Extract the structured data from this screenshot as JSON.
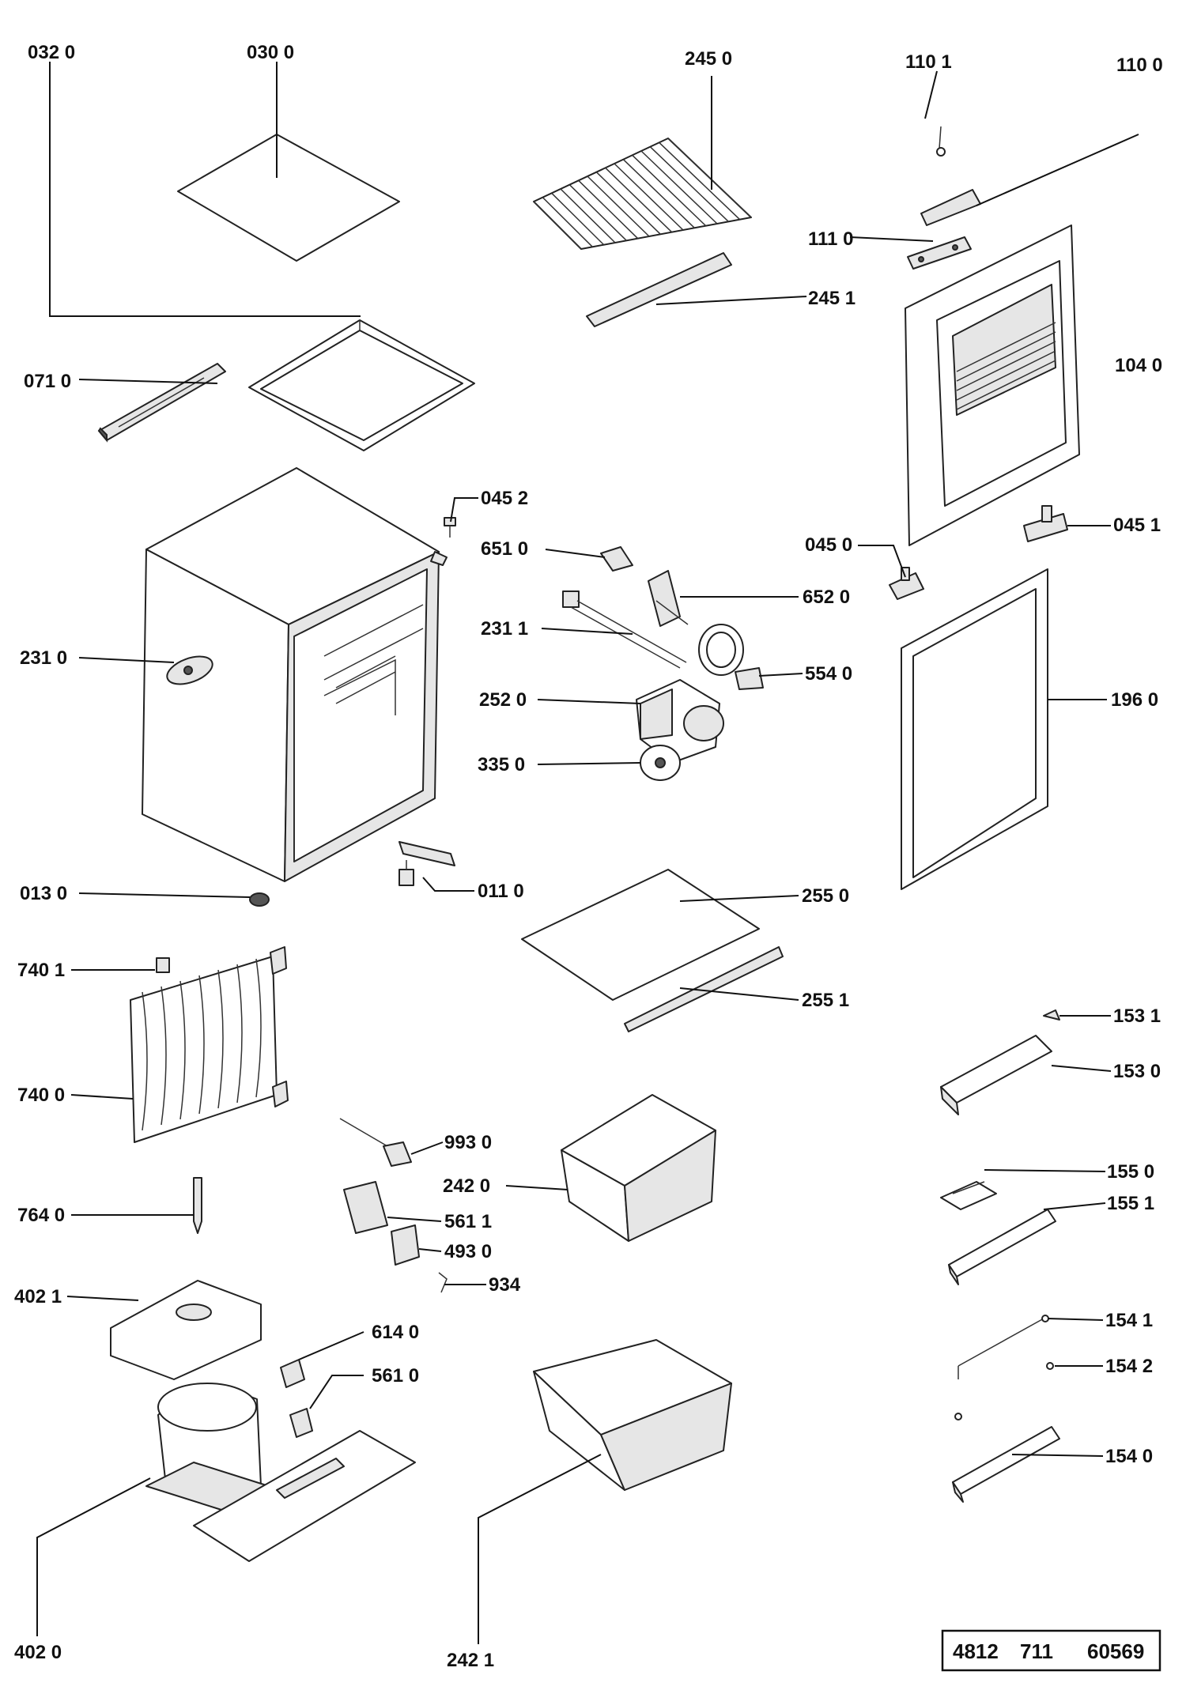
{
  "labels": [
    {
      "id": "p0320",
      "text": "032 0"
    },
    {
      "id": "p0300",
      "text": "030 0"
    },
    {
      "id": "p2450",
      "text": "245 0"
    },
    {
      "id": "p1101",
      "text": "110 1"
    },
    {
      "id": "p1100",
      "text": "110 0"
    },
    {
      "id": "p1110",
      "text": "111 0"
    },
    {
      "id": "p2451",
      "text": "245 1"
    },
    {
      "id": "p1040",
      "text": "104 0"
    },
    {
      "id": "p0710",
      "text": "071 0"
    },
    {
      "id": "p0452",
      "text": "045 2"
    },
    {
      "id": "p6510",
      "text": "651 0"
    },
    {
      "id": "p0450",
      "text": "045 0"
    },
    {
      "id": "p0451",
      "text": "045 1"
    },
    {
      "id": "p6520",
      "text": "652 0"
    },
    {
      "id": "p2310",
      "text": "231 0"
    },
    {
      "id": "p2311",
      "text": "231 1"
    },
    {
      "id": "p5540",
      "text": "554 0"
    },
    {
      "id": "p2520",
      "text": "252 0"
    },
    {
      "id": "p1960",
      "text": "196 0"
    },
    {
      "id": "p3350",
      "text": "335 0"
    },
    {
      "id": "p0130",
      "text": "013 0"
    },
    {
      "id": "p0110",
      "text": "011 0"
    },
    {
      "id": "p2550",
      "text": "255 0"
    },
    {
      "id": "p7401",
      "text": "740 1"
    },
    {
      "id": "p2551",
      "text": "255 1"
    },
    {
      "id": "p1531",
      "text": "153 1"
    },
    {
      "id": "p1530",
      "text": "153 0"
    },
    {
      "id": "p7400",
      "text": "740 0"
    },
    {
      "id": "p9930",
      "text": "993 0"
    },
    {
      "id": "p2420",
      "text": "242 0"
    },
    {
      "id": "p1550",
      "text": "155 0"
    },
    {
      "id": "p1551",
      "text": "155 1"
    },
    {
      "id": "p7640",
      "text": "764 0"
    },
    {
      "id": "p5611",
      "text": "561 1"
    },
    {
      "id": "p4930",
      "text": "493 0"
    },
    {
      "id": "p934",
      "text": "934"
    },
    {
      "id": "p4021",
      "text": "402 1"
    },
    {
      "id": "p1541",
      "text": "154 1"
    },
    {
      "id": "p6140",
      "text": "614 0"
    },
    {
      "id": "p1542",
      "text": "154 2"
    },
    {
      "id": "p5610",
      "text": "561 0"
    },
    {
      "id": "p1540",
      "text": "154 0"
    },
    {
      "id": "p4020",
      "text": "402 0"
    },
    {
      "id": "p2421",
      "text": "242 1"
    }
  ],
  "document_number": {
    "prefix": "4812",
    "middle": "711",
    "suffix": "60569"
  }
}
